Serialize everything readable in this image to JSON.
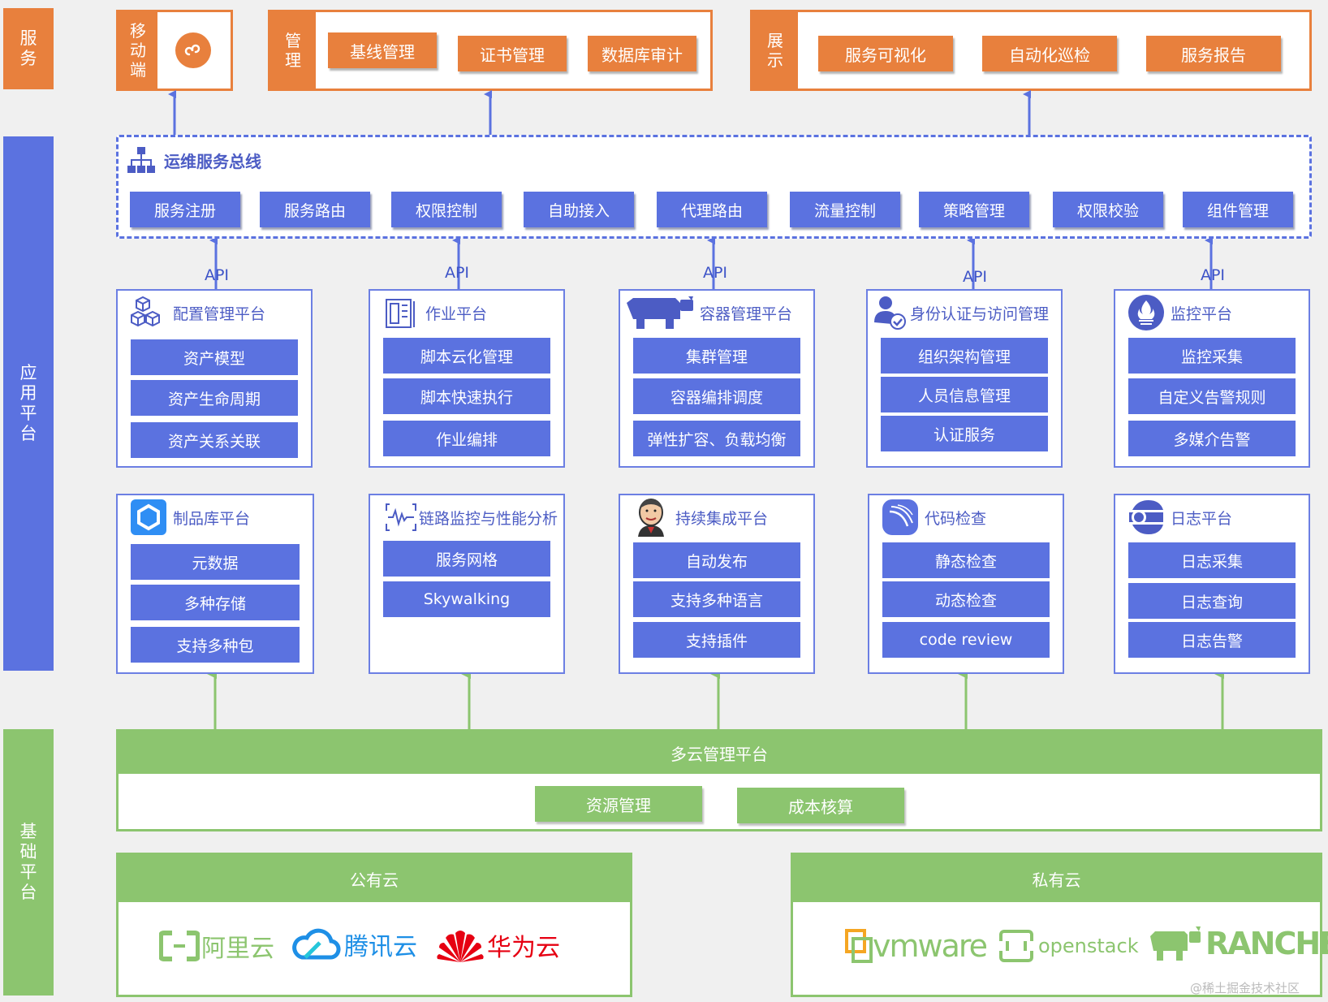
{
  "sides": {
    "service": "服务",
    "app": "应用平台",
    "base": "基础平台"
  },
  "top": {
    "mobile_label": "移动端",
    "manage_label": "管理",
    "manage_items": [
      "基线管理",
      "证书管理",
      "数据库审计"
    ],
    "display_label": "展示",
    "display_items": [
      "服务可视化",
      "自动化巡检",
      "服务报告"
    ]
  },
  "bus": {
    "title": "运维服务总线",
    "items": [
      "服务注册",
      "服务路由",
      "权限控制",
      "自助接入",
      "代理路由",
      "流量控制",
      "策略管理",
      "权限校验",
      "组件管理"
    ]
  },
  "api_label": "API",
  "platforms_row1": [
    {
      "title": "配置管理平台",
      "icon": "cubes-icon",
      "items": [
        "资产模型",
        "资产生命周期",
        "资产关系关联"
      ]
    },
    {
      "title": "作业平台",
      "icon": "document-list-icon",
      "items": [
        "脚本云化管理",
        "脚本快速执行",
        "作业编排"
      ]
    },
    {
      "title": "容器管理平台",
      "icon": "rancher-cow-icon",
      "items": [
        "集群管理",
        "容器编排调度",
        "弹性扩容、负载均衡"
      ]
    },
    {
      "title": "身份认证与访问管理",
      "icon": "user-check-icon",
      "items": [
        "组织架构管理",
        "人员信息管理",
        "认证服务"
      ]
    },
    {
      "title": "监控平台",
      "icon": "prometheus-flame-icon",
      "items": [
        "监控采集",
        "自定义告警规则",
        "多媒介告警"
      ]
    }
  ],
  "platforms_row2": [
    {
      "title": "制品库平台",
      "icon": "hexagon-icon",
      "items": [
        "元数据",
        "多种存储",
        "支持多种包"
      ]
    },
    {
      "title": "链路监控与性能分析",
      "icon": "waveform-icon",
      "items": [
        "服务网格",
        "Skywalking"
      ]
    },
    {
      "title": "持续集成平台",
      "icon": "jenkins-butler-icon",
      "items": [
        "自动发布",
        "支持多种语言",
        "支持插件"
      ]
    },
    {
      "title": "代码检查",
      "icon": "sonar-waves-icon",
      "items": [
        "静态检查",
        "动态检查",
        "code review"
      ]
    },
    {
      "title": "日志平台",
      "icon": "elastic-logo-icon",
      "items": [
        "日志采集",
        "日志查询",
        "日志告警"
      ]
    }
  ],
  "multicloud": {
    "title": "多云管理平台",
    "items": [
      "资源管理",
      "成本核算"
    ]
  },
  "public_cloud": {
    "title": "公有云",
    "logos": [
      "阿里云",
      "腾讯云",
      "华为云"
    ]
  },
  "private_cloud": {
    "title": "私有云",
    "logos": [
      "vmware",
      "openstack",
      "RANCHER"
    ]
  },
  "watermark": "@稀土掘金技术社区",
  "colors": {
    "orange": "#e8803d",
    "blue": "#5b72e0",
    "green": "#8cc56f",
    "bus_border": "#5b72e0"
  }
}
